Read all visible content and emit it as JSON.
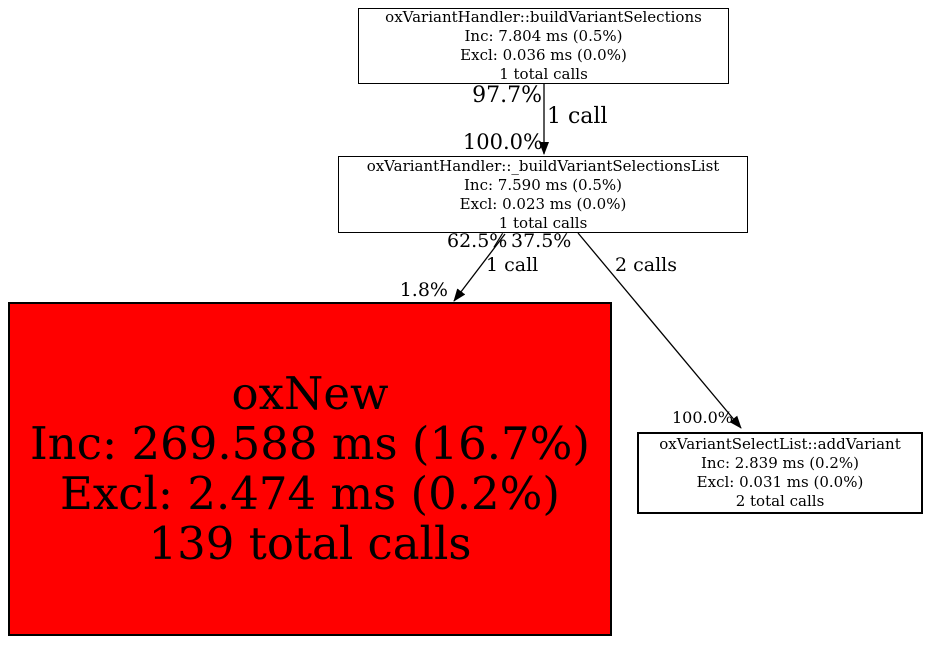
{
  "diagram": {
    "type": "profiler-call-graph",
    "background_color": "#ffffff",
    "colors": {
      "node_fill": "#ffffff",
      "hot_node_fill": "#ff0000",
      "border": "#000000",
      "text": "#000000",
      "edge": "#000000"
    },
    "nodes": {
      "build_variant_selections": {
        "title": "oxVariantHandler::buildVariantSelections",
        "inc": "Inc: 7.804 ms (0.5%)",
        "excl": "Excl: 0.036 ms (0.0%)",
        "calls": "1 total calls"
      },
      "build_variant_selections_list": {
        "title": "oxVariantHandler::_buildVariantSelectionsList",
        "inc": "Inc: 7.590 ms (0.5%)",
        "excl": "Excl: 0.023 ms (0.0%)",
        "calls": "1 total calls"
      },
      "ox_new": {
        "title": "oxNew",
        "inc": "Inc: 269.588 ms (16.7%)",
        "excl": "Excl: 2.474 ms (0.2%)",
        "calls": "139 total calls"
      },
      "add_variant": {
        "title": "oxVariantSelectList::addVariant",
        "inc": "Inc: 2.839 ms (0.2%)",
        "excl": "Excl: 0.031 ms (0.0%)",
        "calls": "2 total calls"
      }
    },
    "edges": {
      "selections_to_list": {
        "source_percent": "97.7%",
        "calls": "1 call",
        "target_percent": "100.0%"
      },
      "list_to_ox_new": {
        "source_percent": "62.5%",
        "calls": "1 call",
        "target_percent": "1.8%"
      },
      "list_to_add_variant": {
        "source_percent": "37.5%",
        "calls": "2 calls",
        "target_percent": "100.0%"
      }
    }
  }
}
